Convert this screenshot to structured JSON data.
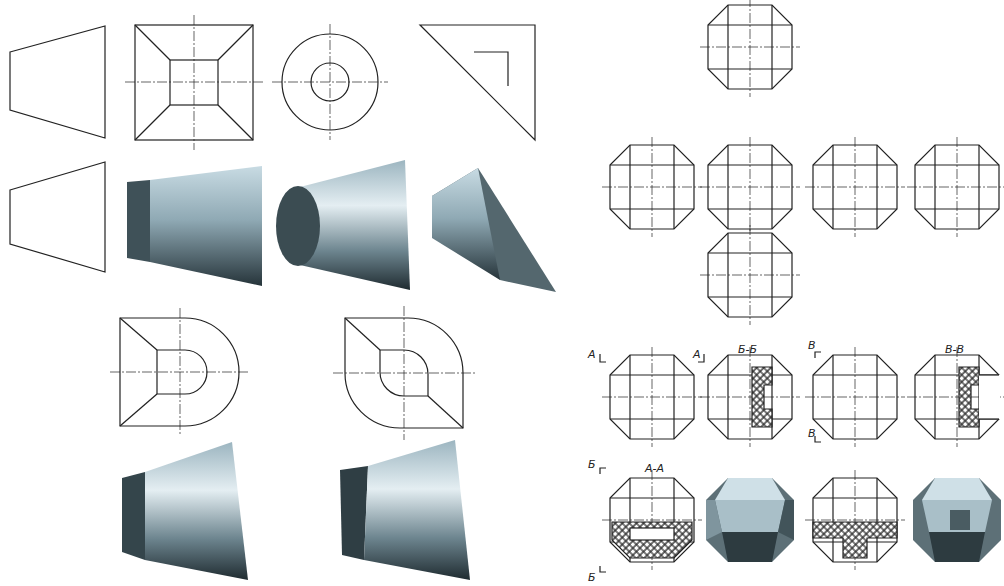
{
  "diagram": {
    "labels": [
      "А",
      "А",
      "Б-Б",
      "В",
      "В",
      "В-В",
      "Б",
      "А-А",
      "Б"
    ]
  }
}
